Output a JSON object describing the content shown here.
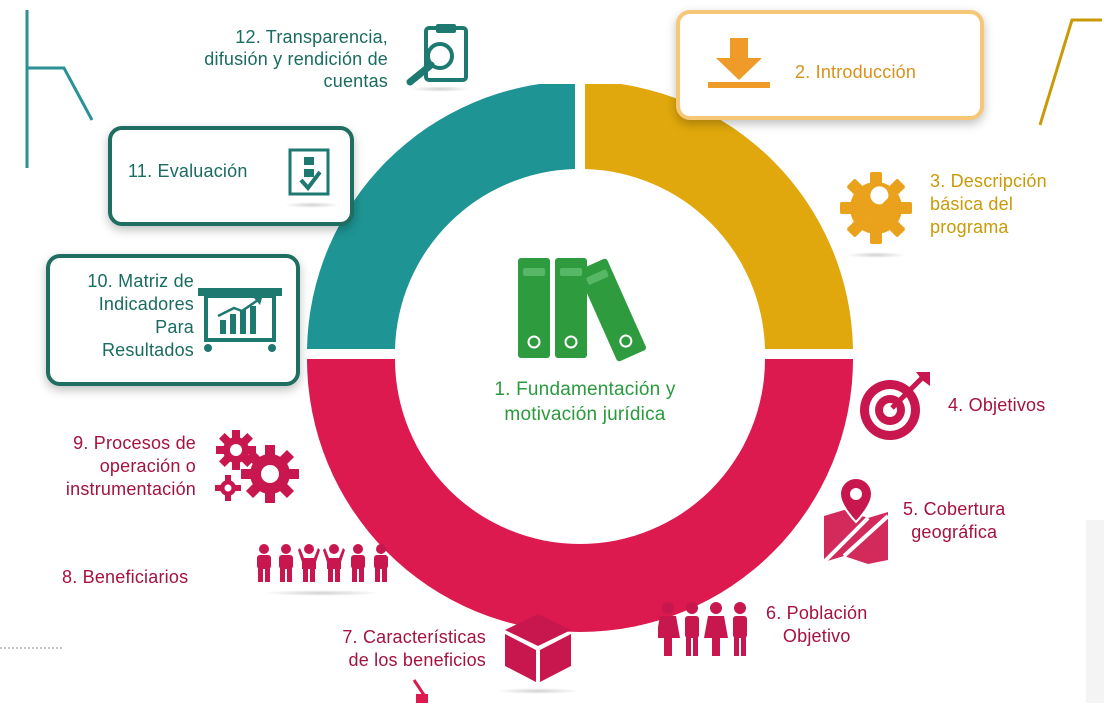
{
  "center": {
    "label_line1": "1. Fundamentación y",
    "label_line2": "motivación jurídica",
    "icon": "binders-icon"
  },
  "steps": [
    {
      "num": 2,
      "lines": [
        "2. Introducción"
      ],
      "icon": "download-icon",
      "color": "#f2a531"
    },
    {
      "num": 3,
      "lines": [
        "3. Descripción",
        "básica del",
        "programa"
      ],
      "icon": "gear-wrench-icon",
      "color": "#e0a619"
    },
    {
      "num": 4,
      "lines": [
        "4. Objetivos"
      ],
      "icon": "target-icon",
      "color": "#c8174f"
    },
    {
      "num": 5,
      "lines": [
        "5. Cobertura",
        "geográfica"
      ],
      "icon": "map-pin-icon",
      "color": "#c8174f"
    },
    {
      "num": 6,
      "lines": [
        "6. Población",
        "Objetivo"
      ],
      "icon": "people-icon",
      "color": "#c8174f"
    },
    {
      "num": 7,
      "lines": [
        "7. Características",
        "de los beneficios"
      ],
      "icon": "box-icon",
      "color": "#c8174f"
    },
    {
      "num": 8,
      "lines": [
        "8. Beneficiarios"
      ],
      "icon": "crowd-icon",
      "color": "#c8174f"
    },
    {
      "num": 9,
      "lines": [
        "9. Procesos de",
        "operación o",
        "instrumentación"
      ],
      "icon": "gears-icon",
      "color": "#c8174f"
    },
    {
      "num": 10,
      "lines": [
        "10. Matriz de",
        "Indicadores",
        "Para",
        "Resultados"
      ],
      "icon": "chart-board-icon",
      "color": "#1a6b60"
    },
    {
      "num": 11,
      "lines": [
        "11. Evaluación"
      ],
      "icon": "checklist-icon",
      "color": "#1a6b60"
    },
    {
      "num": 12,
      "lines": [
        "12. Transparencia,",
        "difusión y rendición de",
        "cuentas"
      ],
      "icon": "clipboard-search-icon",
      "color": "#1a6b60"
    }
  ],
  "ring_colors": {
    "teal": "#1e9494",
    "gold": "#e0a80c",
    "red": "#dc1a4f"
  }
}
